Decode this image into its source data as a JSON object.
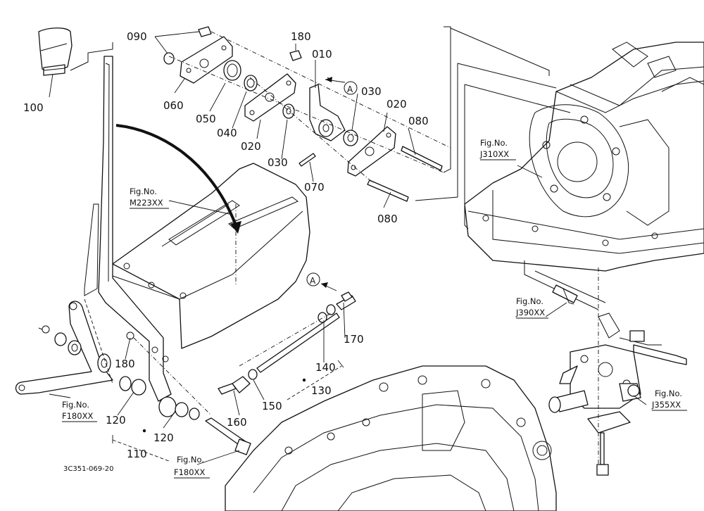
{
  "diagram": {
    "part_labels": {
      "p090": "090",
      "p180a": "180",
      "p010": "010",
      "p100": "100",
      "p060": "060",
      "p050": "050",
      "p040": "040",
      "p030a": "030",
      "p020a": "020",
      "p020b": "020",
      "p030b": "030",
      "p080a": "080",
      "p070": "070",
      "p080b": "080",
      "p180b": "180",
      "p170": "170",
      "p140": "140",
      "p150": "150",
      "p160": "160",
      "p130": "130",
      "p120a": "120",
      "p120b": "120",
      "p110": "110"
    },
    "figure_refs": {
      "j310": {
        "line1": "Fig.No.",
        "line2": "J310XX"
      },
      "m223": {
        "line1": "Fig.No.",
        "line2": "M223XX"
      },
      "j390": {
        "line1": "Fig.No.",
        "line2": "J390XX"
      },
      "j355": {
        "line1": "Fig.No.",
        "line2": "J355XX"
      },
      "f180a": {
        "line1": "Fig.No.",
        "line2": "F180XX"
      },
      "f180b": {
        "line1": "Fig.No.",
        "line2": "F180XX"
      }
    },
    "markers": {
      "a_top": "A",
      "a_mid": "A"
    },
    "drawing_code": "3C351-069-20"
  }
}
